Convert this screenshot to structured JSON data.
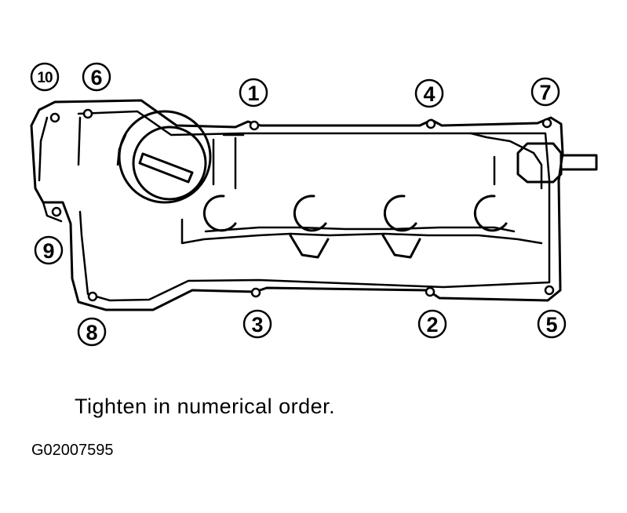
{
  "bolts": [
    {
      "label": "1"
    },
    {
      "label": "2"
    },
    {
      "label": "3"
    },
    {
      "label": "4"
    },
    {
      "label": "5"
    },
    {
      "label": "6"
    },
    {
      "label": "7"
    },
    {
      "label": "8"
    },
    {
      "label": "9"
    },
    {
      "label": "10"
    }
  ],
  "caption": "Tighten in numerical order.",
  "figure_id": "G02007595",
  "colors": {
    "ink": "#000000",
    "background": "#ffffff"
  }
}
